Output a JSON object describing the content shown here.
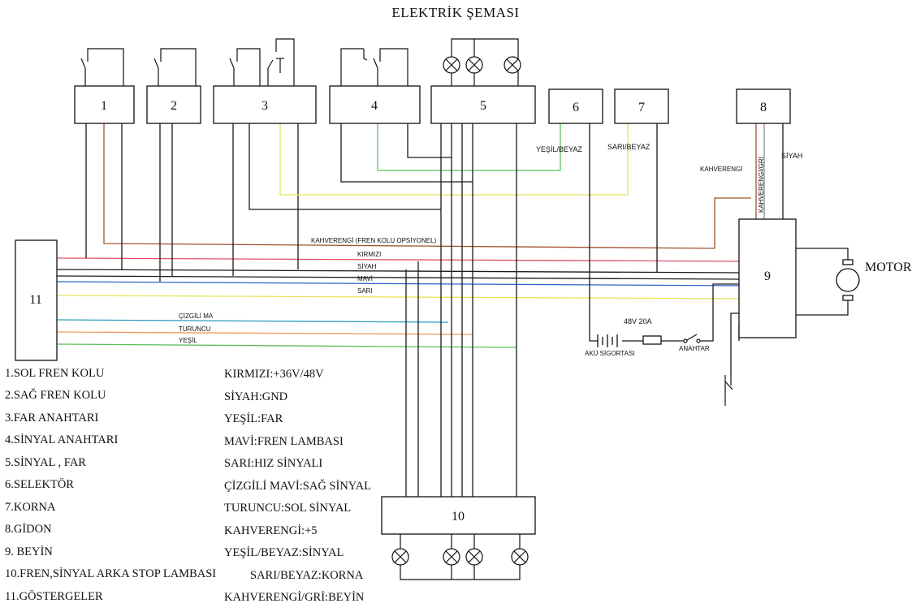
{
  "title": "ELEKTRİK ŞEMASI",
  "blocks": {
    "b1": "1",
    "b2": "2",
    "b3": "3",
    "b4": "4",
    "b5": "5",
    "b6": "6",
    "b7": "7",
    "b8": "8",
    "b9": "9",
    "b10": "10",
    "b11": "11"
  },
  "motor_label": "MOTOR",
  "wire_labels": {
    "kahverengi_fren": "KAHVERENGİ (FREN KOLU OPSİYONEL)",
    "kirmizi": "KIRMIZI",
    "siyah": "SİYAH",
    "mavi": "MAVİ",
    "sari": "SARI",
    "cizgili_ma": "ÇİZGİLİ MA",
    "turuncu": "TURUNCU",
    "yesil": "YEŞİL",
    "yesil_beyaz": "YEŞİL/BEYAZ",
    "sari_beyaz": "SARI/BEYAZ",
    "kahverengi": "KAHVERENGİ",
    "kahverengi_gri": "KAHVERENGİ/GRİ",
    "siyah_8": "SİYAH"
  },
  "battery_text": "48V 20A",
  "battery_label": "AKÜ SİGORTASI",
  "switch_label": "ANAHTAR",
  "legend_parts": [
    "1.SOL FREN KOLU",
    "2.SAĞ FREN KOLU",
    "3.FAR ANAHTARI",
    "4.SİNYAL ANAHTARI",
    "5.SİNYAL , FAR",
    "6.SELEKTÖR",
    "7.KORNA",
    "8.GİDON",
    "9. BEYİN",
    "10.FREN,SİNYAL ARKA STOP LAMBASI",
    "11.GÖSTERGELER"
  ],
  "legend_colors": [
    "KIRMIZI:+36V/48V",
    "SİYAH:GND",
    "YEŞİL:FAR",
    "MAVİ:FREN LAMBASI",
    "SARI:HIZ SİNYALI",
    "ÇİZGİLİ MAVİ:SAĞ SİNYAL",
    "TURUNCU:SOL SİNYAL",
    "KAHVERENGİ:+5",
    "YEŞİL/BEYAZ:SİNYAL",
    "SARI/BEYAZ:KORNA",
    "KAHVERENGİ/GRİ:BEYİN"
  ],
  "colors": {
    "black": "#1a1a1a",
    "red": "#e0506a",
    "blue": "#2f5fc8",
    "yellow": "#e8e35a",
    "cyan_blue": "#2b9bbf",
    "orange": "#ef9a5a",
    "green": "#5cbf5c",
    "brown": "#a0522d",
    "gray": "#8c8c8c"
  }
}
